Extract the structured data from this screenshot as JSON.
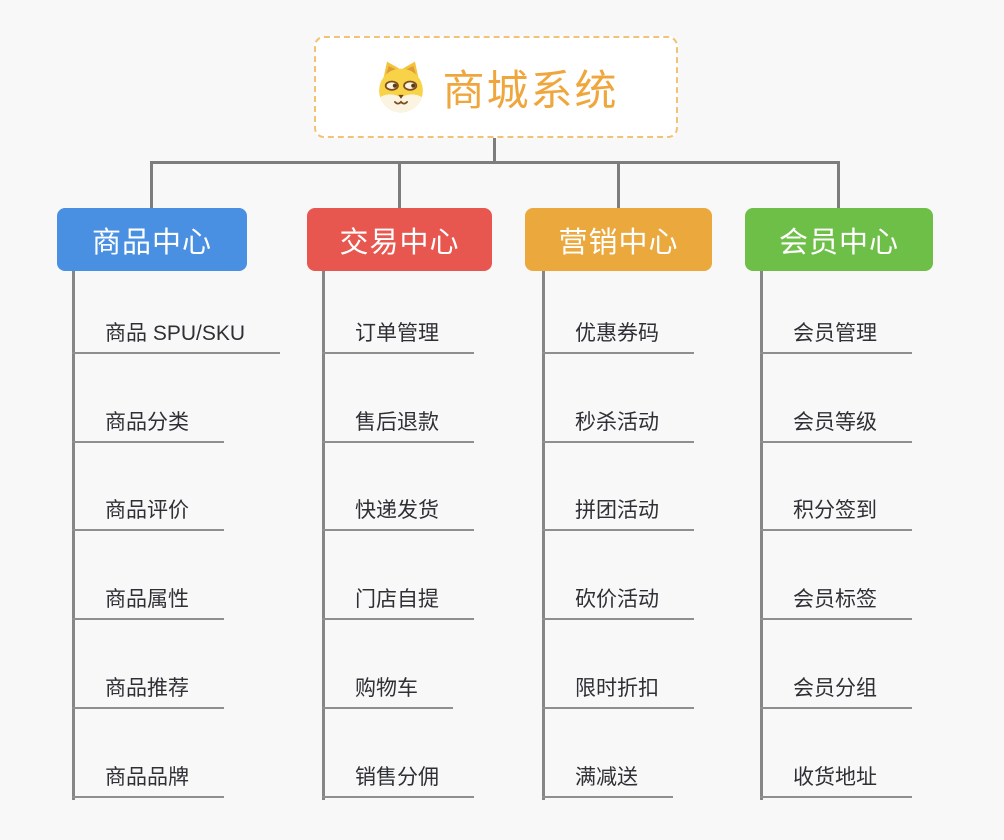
{
  "page": {
    "background_color": "#f8f8f8",
    "connector_color": "#7d7d7d",
    "leaf_underline_color": "#8f8f8f",
    "leaf_text_color": "#2f3035"
  },
  "root": {
    "title": "商城系统",
    "icon": "shiba-dog-icon",
    "title_color": "#efa63c",
    "border_color": "#f2c377"
  },
  "branches": [
    {
      "label": "商品中心",
      "color": "#4a90e2",
      "items": [
        "商品 SPU/SKU",
        "商品分类",
        "商品评价",
        "商品属性",
        "商品推荐",
        "商品品牌"
      ]
    },
    {
      "label": "交易中心",
      "color": "#e8574f",
      "items": [
        "订单管理",
        "售后退款",
        "快递发货",
        "门店自提",
        "购物车",
        "销售分佣"
      ]
    },
    {
      "label": "营销中心",
      "color": "#eaa83d",
      "items": [
        "优惠券码",
        "秒杀活动",
        "拼团活动",
        "砍价活动",
        "限时折扣",
        "满减送"
      ]
    },
    {
      "label": "会员中心",
      "color": "#6dbf47",
      "items": [
        "会员管理",
        "会员等级",
        "积分签到",
        "会员标签",
        "会员分组",
        "收货地址"
      ]
    }
  ]
}
